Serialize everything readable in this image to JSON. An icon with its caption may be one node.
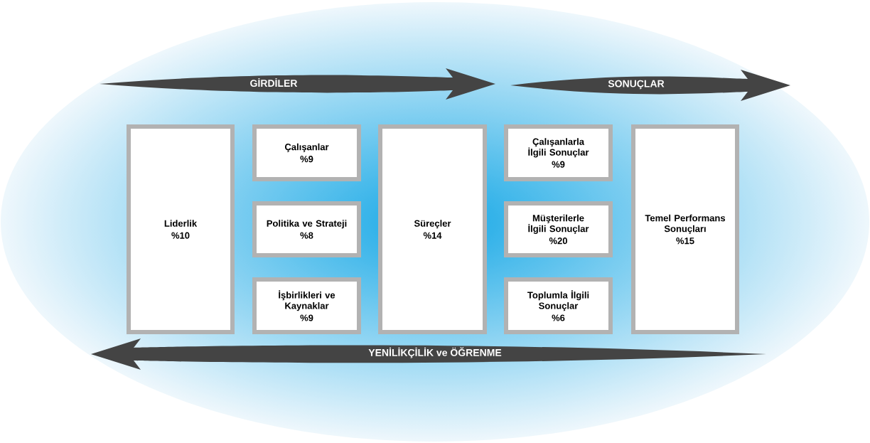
{
  "diagram": {
    "nodes": [
      {
        "text": [
          "Liderlik",
          "%10"
        ]
      },
      {
        "text": [
          "Çalışanlar",
          "%9"
        ]
      },
      {
        "text": [
          "Politika ve Strateji",
          "%8"
        ]
      },
      {
        "text": [
          "İşbirlikleri ve Kaynaklar",
          "%9"
        ]
      },
      {
        "text": [
          "Süreçler",
          "%14"
        ]
      },
      {
        "text": [
          "Çalışanlarla İlgili Sonuçlar",
          "%9"
        ]
      },
      {
        "text": [
          "Müşterilerle İlgili Sonuçlar",
          "%20"
        ]
      },
      {
        "text": [
          "Toplumla İlgili Sonuçlar",
          "%6"
        ]
      },
      {
        "text": [
          "Temel Performans Sonuçları",
          "%15"
        ]
      }
    ],
    "labels": [
      "GİRDİLER",
      "SONUÇLAR",
      "YENİLİKÇİLİK ve ÖĞRENME"
    ]
  }
}
